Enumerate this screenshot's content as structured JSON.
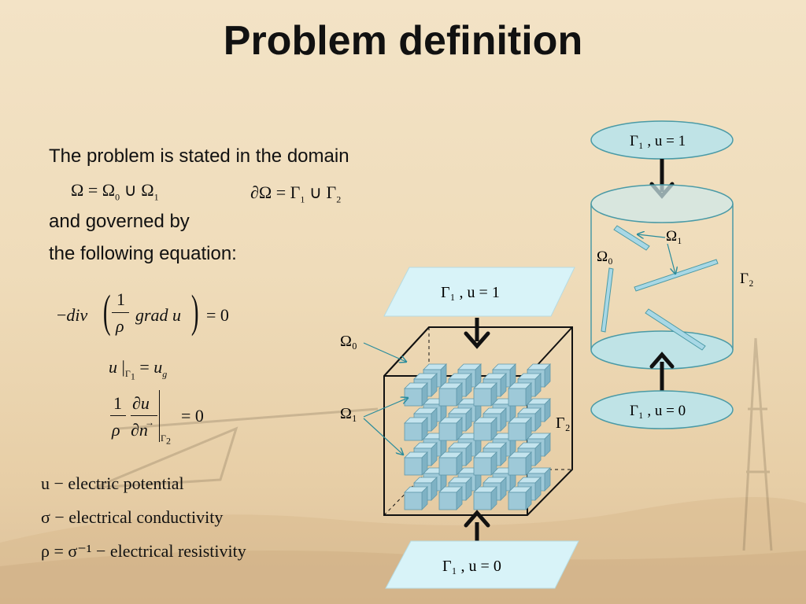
{
  "slide": {
    "title": "Problem definition",
    "intro_line": "The problem is stated in the domain",
    "governed_line": "and governed by",
    "equation_line": "the following equation:"
  },
  "formulas": {
    "domain_union": "Ω = Ω₀ ∪ Ω₁",
    "boundary_union": "∂Ω = Γ₁ ∪ Γ₂",
    "governing_equation": "−div( (1/ρ) grad u ) = 0",
    "dirichlet_condition": "u |Γ₁ = u_g",
    "neumann_condition": "(1/ρ) ∂u/∂n |Γ₂ = 0"
  },
  "legend": {
    "u_def": "u − electric potential",
    "sigma_def": "σ − electrical conductivity",
    "rho_def": "ρ = σ⁻¹ − electrical resistivity"
  },
  "cube_diagram": {
    "top_plate_label": "Γ₁ , u = 1",
    "bottom_plate_label": "Γ₁ , u = 0",
    "omega0_label": "Ω₀",
    "omega1_label": "Ω₁",
    "gamma2_label": "Γ₂"
  },
  "cylinder_diagram": {
    "top_ellipse_label": "Γ₁ , u = 1",
    "bottom_ellipse_label": "Γ₁ , u = 0",
    "omega0_label": "Ω₀",
    "omega1_label": "Ω₁",
    "gamma2_label": "Γ₂"
  },
  "colors": {
    "background": "#efdcba",
    "plate_fill": "#d8f3f8",
    "ellipse_fill": "#bfe3e6",
    "cube_block": "#9ec9d8",
    "arrow": "#111111"
  }
}
